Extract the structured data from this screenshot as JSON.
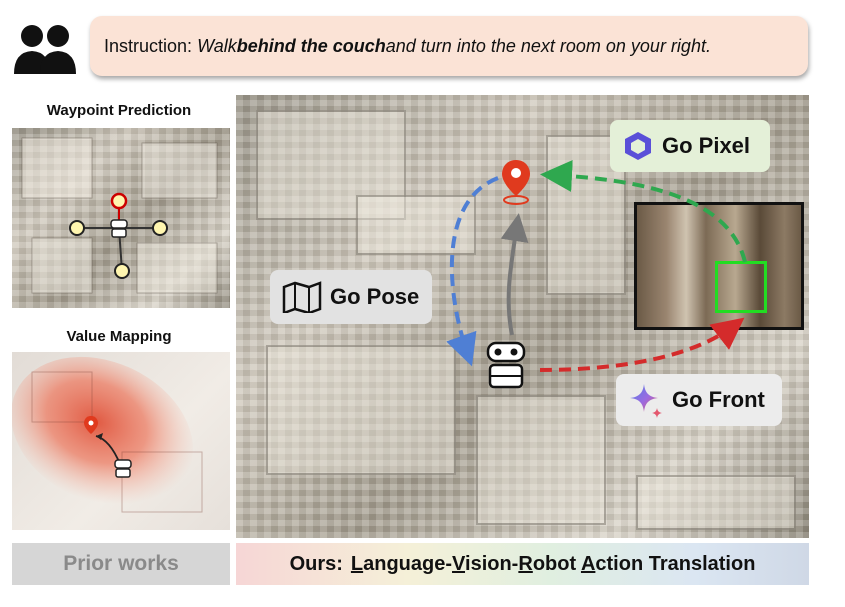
{
  "instruction": {
    "prefix": "Instruction: ",
    "part1": "Walk ",
    "emphasis": "behind the couch",
    "part2": " and turn into the next room on your right."
  },
  "left": {
    "waypoint_title": "Waypoint Prediction",
    "value_title": "Value Mapping",
    "label": "Prior works"
  },
  "tags": {
    "go_pose": "Go Pose",
    "go_pixel": "Go Pixel",
    "go_front": "Go Front"
  },
  "ours": {
    "prefix": "Ours:",
    "parts": [
      {
        "u": "L",
        "rest": "anguage-"
      },
      {
        "u": "V",
        "rest": "ision-"
      },
      {
        "u": "R",
        "rest": "obot "
      },
      {
        "u": "A",
        "rest": "ction Translation"
      }
    ]
  },
  "colors": {
    "instruction_bg": "#fbe3d6",
    "go_pose_arrow": "#4f7fd4",
    "go_pixel_arrow": "#2fa84f",
    "go_front_arrow": "#d42b2b",
    "target_pin": "#e03a1e",
    "highlight_box": "#22dd22"
  },
  "icons": [
    "users-icon",
    "map-icon",
    "gemini-star-icon",
    "qwen-logo-icon",
    "robot-icon",
    "location-pin-icon"
  ]
}
